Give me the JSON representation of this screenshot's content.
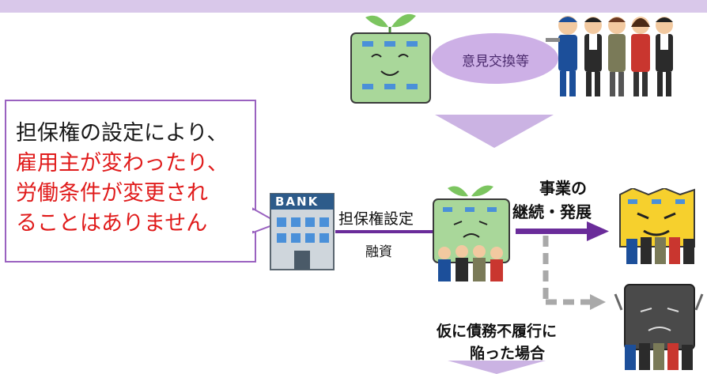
{
  "callout": {
    "line1": "担保権の設定により、",
    "line2": "雇用主が変わったり、",
    "line3": "労働条件が変更され",
    "line4": "ることはありません"
  },
  "labels": {
    "opinion_exchange": "意見交換等",
    "bank_sign": "BANK",
    "security_setting": "担保権設定",
    "financing": "融資",
    "business_line1": "事業の",
    "business_line2": "継続・発展",
    "default_line1": "仮に債務不履行に",
    "default_line2": "陥った場合"
  },
  "colors": {
    "callout_border": "#9a62c0",
    "red_text": "#e01b1b",
    "purple_arrow": "#6a2c9a",
    "down_arrow": "#cbb3e3",
    "bubble": "#cdb0e6",
    "building_green": "#a9d79a",
    "building_yellow": "#f6d02d",
    "building_dark": "#4a4a4a",
    "dashed_gray": "#a9a9a9"
  }
}
